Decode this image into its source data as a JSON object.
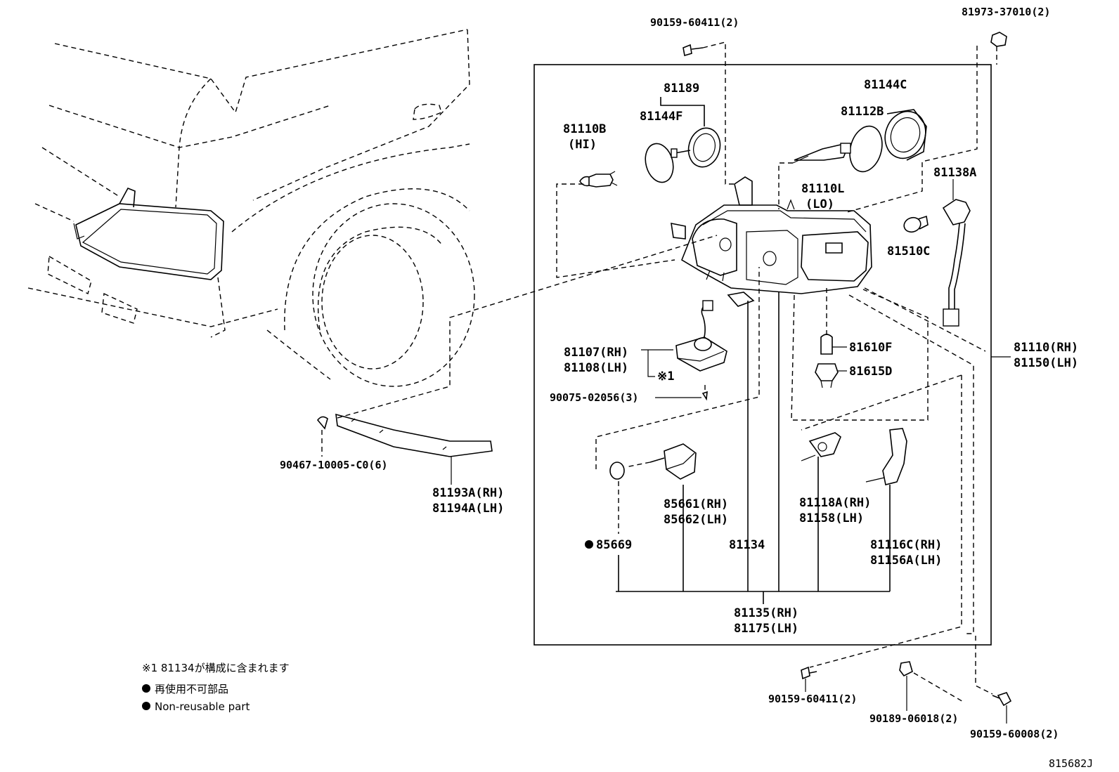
{
  "parts": {
    "p90159_60411_top": "90159-60411(2)",
    "p81973_37010": "81973-37010(2)",
    "p81189": "81189",
    "p81144C": "81144C",
    "p81144F": "81144F",
    "p81112B": "81112B",
    "p81110B": "81110B",
    "hi": "(HI)",
    "p81138A": "81138A",
    "p81110L": "81110L",
    "lo": "(LO)",
    "p81510C": "81510C",
    "p81610F": "81610F",
    "p81615D": "81615D",
    "p81110": "81110(RH)",
    "p81150": "81150(LH)",
    "p81107": "81107(RH)",
    "p81108": "81108(LH)",
    "ref1": "※1",
    "p90075": "90075-02056(3)",
    "p90467": "90467-10005-C0(6)",
    "p81193A": "81193A(RH)",
    "p81194A": "81194A(LH)",
    "p85661": "85661(RH)",
    "p85662": "85662(LH)",
    "p85669": "85669",
    "p81134": "81134",
    "p81118A": "81118A(RH)",
    "p81158": "81158(LH)",
    "p81116C": "81116C(RH)",
    "p81156A": "81156A(LH)",
    "p81135": "81135(RH)",
    "p81175": "81175(LH)",
    "p90159_60411_bot": "90159-60411(2)",
    "p90189": "90189-06018(2)",
    "p90159_60008": "90159-60008(2)"
  },
  "notes": {
    "note1": "※1  81134が構成に含まれます",
    "note2": "再使用不可部品",
    "note3": "Non-reusable part"
  },
  "diagram_code": "815682J"
}
